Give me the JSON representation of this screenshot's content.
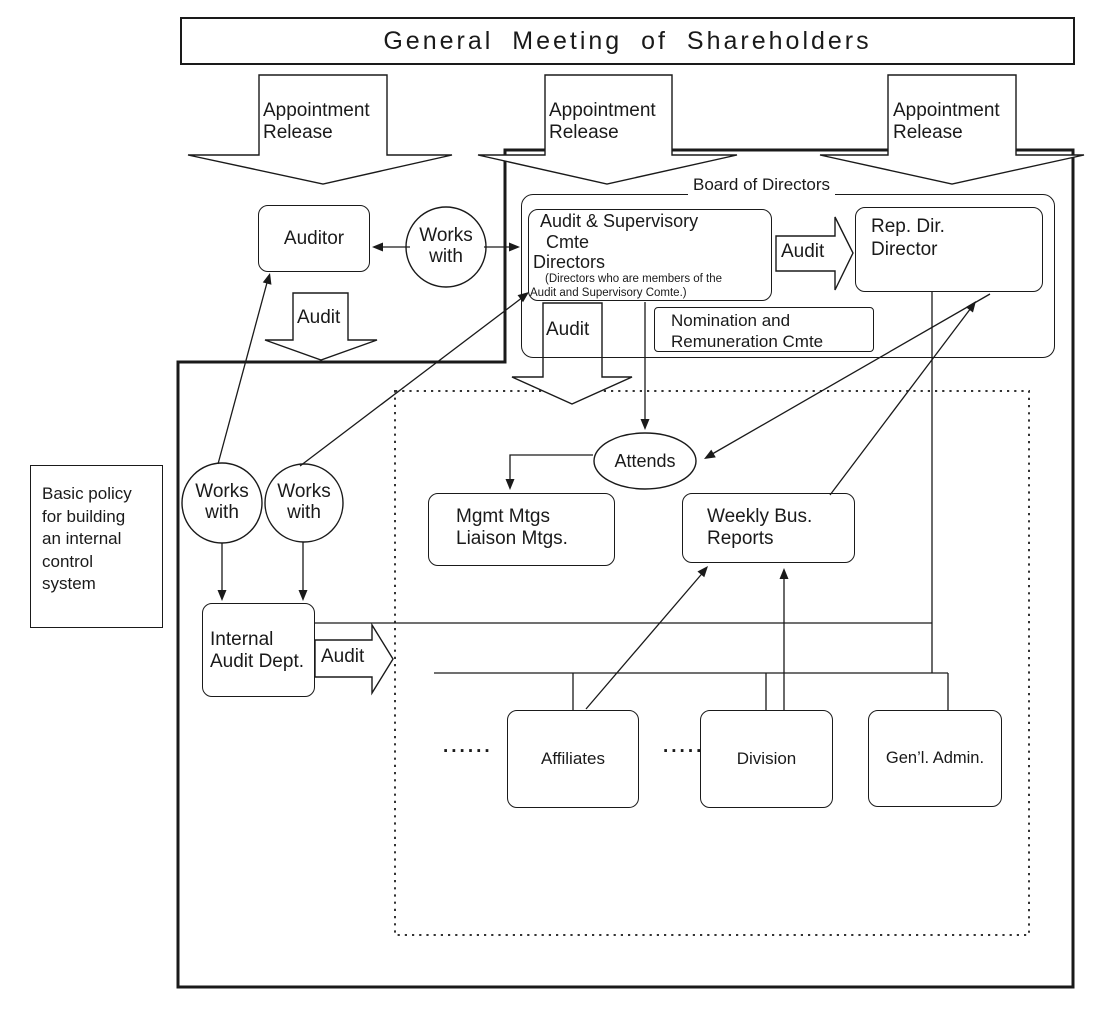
{
  "title": "General Meeting of Shareholders",
  "labels": {
    "appointment": {
      "line1": "Appointment",
      "line2": "Release"
    },
    "audit": "Audit",
    "works_with": {
      "line1": "Works",
      "line2": "with"
    },
    "board": "Board of Directors",
    "attends": "Attends",
    "dots6": "......",
    "dots5": "....."
  },
  "nodes": {
    "auditor": "Auditor",
    "committee": {
      "line1": "Audit & Supervisory",
      "line2": "Cmte",
      "line3": "Directors",
      "note1": "(Directors who are members of the",
      "note2": "Audit and Supervisory Comte.)"
    },
    "rep_dir": {
      "line1": "Rep. Dir.",
      "line2": "Director"
    },
    "nomination": {
      "line1": "Nomination and",
      "line2": "Remuneration Cmte"
    },
    "mgmt": {
      "line1": "Mgmt Mtgs",
      "line2": "Liaison Mtgs."
    },
    "weekly": {
      "line1": "Weekly Bus.",
      "line2": "Reports"
    },
    "basic_policy": {
      "line1": "Basic policy",
      "line2": "for building",
      "line3": "an internal",
      "line4": "control",
      "line5": "system"
    },
    "internal_audit": {
      "line1": "Internal",
      "line2": "Audit Dept."
    },
    "affiliates": "Affiliates",
    "division": "Division",
    "genl_admin": "Gen’l. Admin."
  },
  "colors": {
    "line": "#1a1a1a",
    "bg": "#ffffff"
  }
}
